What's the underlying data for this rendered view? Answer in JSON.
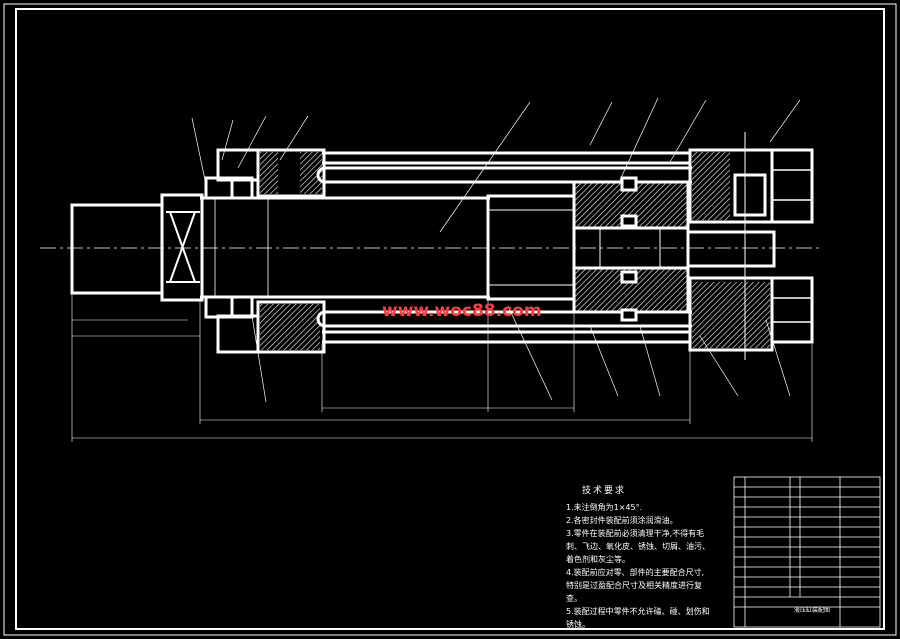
{
  "watermark": "www.woc88.com",
  "tech_requirements": {
    "title": "技术要求",
    "lines": [
      "1.未注倒角为1×45°.",
      "2.各密封件装配前须涂润滑油。",
      "3.零件在装配前必须清理干净,不得有毛",
      "  刺、飞边、氧化皮、锈蚀、切屑、油污、",
      "  着色剂和灰尘等。",
      "4.装配前应对零、部件的主要配合尺寸,",
      "  特别是过盈配合尺寸及相关精度进行复",
      "  查。",
      "5.装配过程中零件不允许磕、碰、划伤和",
      "  锈蚀。"
    ]
  },
  "title_block": {
    "drawing_name": "液压缸装配图"
  },
  "colors": {
    "background": "#000000",
    "line": "#ffffff",
    "watermark": "#ff3b3b"
  }
}
